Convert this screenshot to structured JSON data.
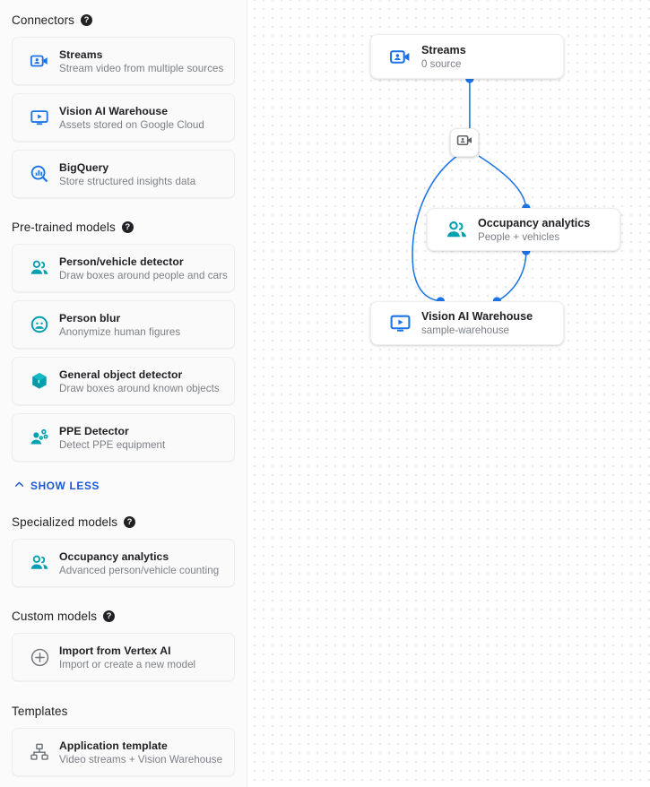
{
  "sidebar": {
    "sections": [
      {
        "id": "connectors",
        "title": "Connectors",
        "has_help": true,
        "help_glyph": "?",
        "items": [
          {
            "icon": "video-camera-icon",
            "title": "Streams",
            "subtitle": "Stream video from multiple sources"
          },
          {
            "icon": "monitor-play-icon",
            "title": "Vision AI Warehouse",
            "subtitle": "Assets stored on Google Cloud"
          },
          {
            "icon": "bigquery-search-icon",
            "title": "BigQuery",
            "subtitle": "Store structured insights data"
          }
        ]
      },
      {
        "id": "pretrained",
        "title": "Pre-trained models",
        "has_help": true,
        "help_glyph": "?",
        "items": [
          {
            "icon": "people-icon",
            "title": "Person/vehicle detector",
            "subtitle": "Draw boxes around people and cars"
          },
          {
            "icon": "face-blur-icon",
            "title": "Person blur",
            "subtitle": "Anonymize human figures"
          },
          {
            "icon": "cube-icon",
            "title": "General object detector",
            "subtitle": "Draw boxes around known objects"
          },
          {
            "icon": "ppe-person-icon",
            "title": "PPE Detector",
            "subtitle": "Detect PPE equipment"
          }
        ]
      },
      {
        "id": "specialized",
        "title": "Specialized models",
        "has_help": true,
        "help_glyph": "?",
        "items": [
          {
            "icon": "people-icon",
            "title": "Occupancy analytics",
            "subtitle": "Advanced person/vehicle counting"
          }
        ]
      },
      {
        "id": "custom",
        "title": "Custom models",
        "has_help": true,
        "help_glyph": "?",
        "items": [
          {
            "icon": "plus-circle-icon",
            "title": "Import from Vertex AI",
            "subtitle": "Import or create a new model"
          }
        ]
      },
      {
        "id": "templates",
        "title": "Templates",
        "has_help": false,
        "help_glyph": "",
        "items": [
          {
            "icon": "sitemap-icon",
            "title": "Application template",
            "subtitle": "Video streams + Vision Warehouse"
          }
        ]
      }
    ],
    "show_less": {
      "label": "SHOW LESS",
      "icon": "chevron-up-icon"
    }
  },
  "graph": {
    "nodes": [
      {
        "id": "streams",
        "icon": "video-camera-icon",
        "title": "Streams",
        "subtitle": "0 source"
      },
      {
        "id": "occupancy",
        "icon": "people-icon",
        "title": "Occupancy analytics",
        "subtitle": "People + vehicles"
      },
      {
        "id": "warehouse",
        "icon": "monitor-play-icon",
        "title": "Vision AI Warehouse",
        "subtitle": "sample-warehouse"
      }
    ],
    "hub": {
      "id": "hub",
      "icon": "video-camera-icon"
    }
  },
  "colors": {
    "connector_blue": "#1a73e8",
    "model_teal": "#00a0b0",
    "edge_blue": "#1a73e8",
    "link_blue": "#1a56d6",
    "text_primary": "#202124",
    "text_secondary": "#7b7f84",
    "sidebar_bg": "#fbfbfb",
    "canvas_dot": "#e4e4e6"
  }
}
